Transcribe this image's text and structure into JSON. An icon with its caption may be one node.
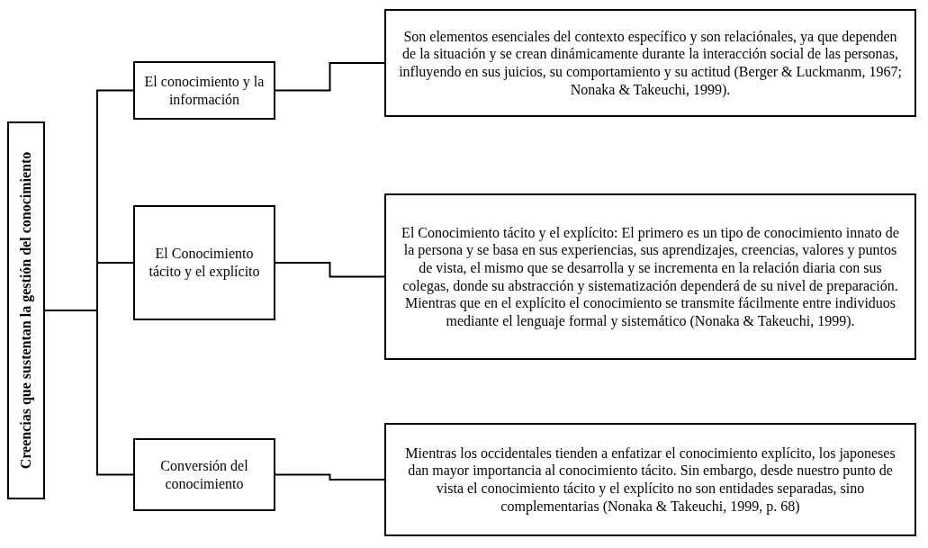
{
  "diagram": {
    "nodes": [
      {
        "text": [
          "Creencias que sustentan la gestión del conocimiento"
        ]
      },
      {
        "text": [
          "El conocimiento y la información"
        ]
      },
      {
        "text": [
          "El Conocimiento tácito y el explícito"
        ]
      },
      {
        "text": [
          "Conversión del conocimiento"
        ]
      },
      {
        "text": [
          "Son elementos esenciales del contexto específico y son relaciónales, ya que dependen de la situación y se crean dinámicamente durante la interacción social de las personas, influyendo en sus juicios, su comportamiento y su actitud (Berger & Luckmanm, 1967; Nonaka & Takeuchi, 1999)."
        ]
      },
      {
        "text": [
          "El Conocimiento tácito y el explícito: El primero es un tipo de conocimiento innato de la persona y se basa en sus experiencias, sus aprendizajes, creencias, valores y puntos de vista, el mismo que se desarrolla y se incrementa en la relación diaria con sus colegas, donde su abstracción y sistematización dependerá de su nivel de preparación. Mientras que en el explícito el conocimiento se transmite fácilmente entre individuos mediante el lenguaje formal y sistemático (Nonaka & Takeuchi, 1999)."
        ]
      },
      {
        "text": [
          "Mientras los occidentales tienden a enfatizar el conocimiento explícito, los japoneses dan mayor importancia al conocimiento tácito. Sin embargo, desde nuestro punto de vista el conocimiento tácito y el explícito no son entidades separadas, sino complementarias (Nonaka & Takeuchi, 1999, p. 68)"
        ]
      }
    ],
    "edges": [
      {
        "from": 0,
        "to": 1,
        "arrow": "none"
      },
      {
        "from": 0,
        "to": 2,
        "arrow": "none"
      },
      {
        "from": 0,
        "to": 3,
        "arrow": "none"
      },
      {
        "from": 1,
        "to": 4,
        "arrow": "none"
      },
      {
        "from": 2,
        "to": 5,
        "arrow": "none"
      },
      {
        "from": 3,
        "to": 6,
        "arrow": "none"
      }
    ]
  }
}
